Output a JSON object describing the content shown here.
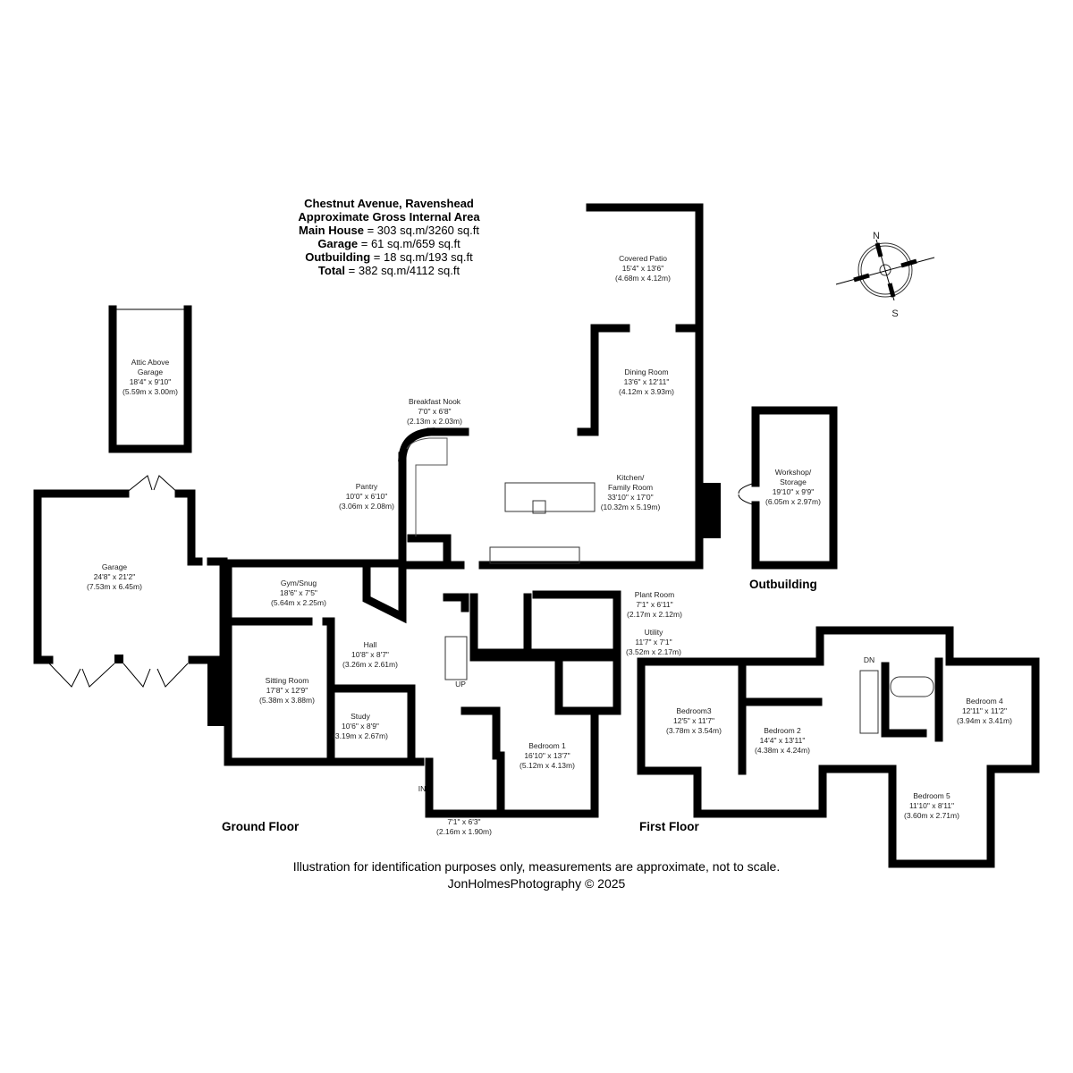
{
  "header": {
    "address": "Chestnut Avenue, Ravenshead",
    "subtitle": "Approximate Gross Internal Area",
    "areas": [
      {
        "label": "Main House",
        "value": "= 303 sq.m/3260 sq.ft"
      },
      {
        "label": "Garage",
        "value": "= 61 sq.m/659 sq.ft"
      },
      {
        "label": "Outbuilding",
        "value": "= 18 sq.m/193 sq.ft"
      },
      {
        "label": "Total",
        "value": "= 382 sq.m/4112 sq.ft"
      }
    ]
  },
  "rooms": {
    "attic": {
      "name": "Attic Above",
      "name2": "Garage",
      "imperial": "18'4\" x 9'10\"",
      "metric": "(5.59m x 3.00m)"
    },
    "garage": {
      "name": "Garage",
      "imperial": "24'8\" x 21'2\"",
      "metric": "(7.53m x 6.45m)"
    },
    "covered_patio": {
      "name": "Covered Patio",
      "imperial": "15'4\" x 13'6\"",
      "metric": "(4.68m x 4.12m)"
    },
    "dining": {
      "name": "Dining Room",
      "imperial": "13'6\" x 12'11\"",
      "metric": "(4.12m x 3.93m)"
    },
    "breakfast_nook": {
      "name": "Breakfast Nook",
      "imperial": "7'0\" x 6'8\"",
      "metric": "(2.13m x 2.03m)"
    },
    "pantry": {
      "name": "Pantry",
      "imperial": "10'0\" x 6'10\"",
      "metric": "(3.06m x 2.08m)"
    },
    "kitchen": {
      "name": "Kitchen/",
      "name2": "Family Room",
      "imperial": "33'10\" x 17'0\"",
      "metric": "(10.32m x 5.19m)"
    },
    "workshop": {
      "name": "Workshop/",
      "name2": "Storage",
      "imperial": "19'10\" x 9'9\"",
      "metric": "(6.05m x 2.97m)"
    },
    "gym": {
      "name": "Gym/Snug",
      "imperial": "18'6\" x 7'5\"",
      "metric": "(5.64m x 2.25m)"
    },
    "hall": {
      "name": "Hall",
      "imperial": "10'8\" x 8'7\"",
      "metric": "(3.26m x 2.61m)"
    },
    "sitting": {
      "name": "Sitting Room",
      "imperial": "17'8\" x 12'9\"",
      "metric": "(5.38m x 3.88m)"
    },
    "study": {
      "name": "Study",
      "imperial": "10'6\" x 8'9\"",
      "metric": "(3.19m x 2.67m)"
    },
    "plant": {
      "name": "Plant Room",
      "imperial": "7'1\" x 6'11\"",
      "metric": "(2.17m x 2.12m)"
    },
    "utility": {
      "name": "Utility",
      "imperial": "11'7\" x 7'1\"",
      "metric": "(3.52m x 2.17m)"
    },
    "bedroom1": {
      "name": "Bedroom 1",
      "imperial": "16'10\" x 13'7\"",
      "metric": "(5.12m x 4.13m)"
    },
    "porch": {
      "imperial": "7'1\" x 6'3\"",
      "metric": "(2.16m x 1.90m)"
    },
    "bedroom3": {
      "name": "Bedroom3",
      "imperial": "12'5\" x 11'7\"",
      "metric": "(3.78m x 3.54m)"
    },
    "bedroom2": {
      "name": "Bedroom 2",
      "imperial": "14'4\" x 13'11\"",
      "metric": "(4.38m x 4.24m)"
    },
    "bedroom4": {
      "name": "Bedroom 4",
      "imperial": "12'11\" x 11'2\"",
      "metric": "(3.94m x 3.41m)"
    },
    "bedroom5": {
      "name": "Bedroom 5",
      "imperial": "11'10\" x 8'11\"",
      "metric": "(3.60m x 2.71m)"
    }
  },
  "markers": {
    "up": "UP",
    "down": "DN",
    "entrance": "IN"
  },
  "compass": {
    "north": "N",
    "south": "S",
    "icon": "compass-rose-icon"
  },
  "floors": {
    "ground": "Ground Floor",
    "first": "First Floor",
    "outbuilding": "Outbuilding"
  },
  "footer": {
    "disclaimer": "Illustration for identification purposes only, measurements are approximate, not to scale.",
    "credit": "JonHolmesPhotography © 2025"
  }
}
